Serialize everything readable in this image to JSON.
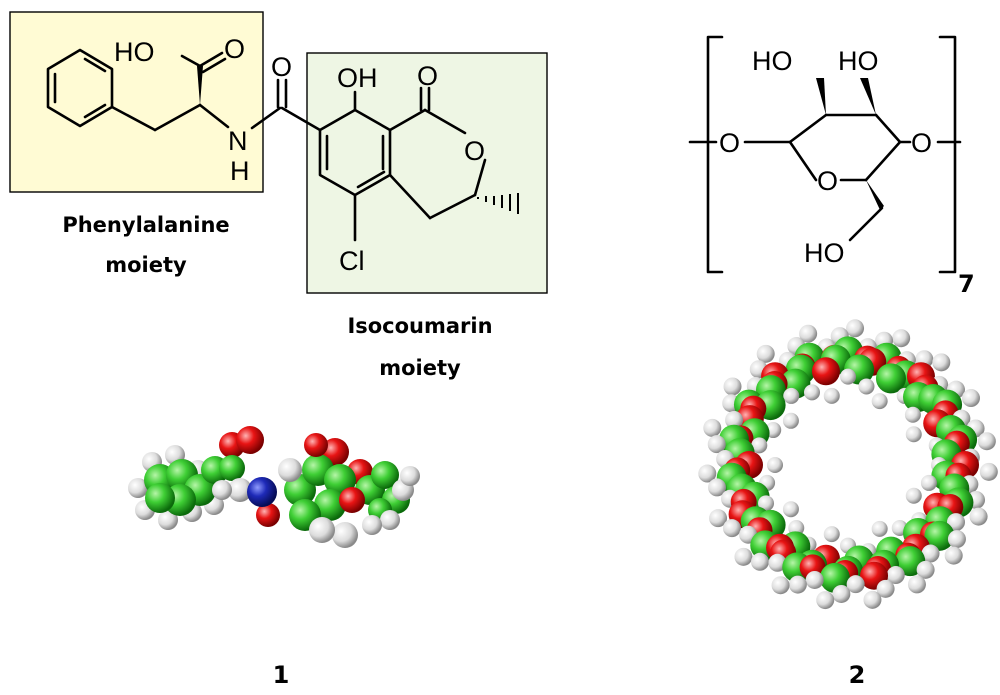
{
  "colors": {
    "phenyl_box_fill": "#fffbd4",
    "isocoumarin_box_fill": "#eef6e4",
    "carbon": "#33cc33",
    "oxygen": "#ee1111",
    "hydrogen": "#e8e8e8",
    "nitrogen": "#1e2ab8"
  },
  "molecule1": {
    "atoms": {
      "acid": "HO",
      "acid_o": "O",
      "amide_o": "O",
      "nh_n": "N",
      "nh_h": "H",
      "oh": "OH",
      "lactone_o": "O",
      "ring_o": "O",
      "cl": "Cl"
    },
    "caption_phenyl_line1": "Phenylalanine",
    "caption_phenyl_line2": "moiety",
    "caption_iso_line1": "Isocoumarin",
    "caption_iso_line2": "moiety",
    "label": "1"
  },
  "molecule2": {
    "atoms": {
      "ho_left": "HO",
      "ho_right": "HO",
      "o_left": "O",
      "o_right": "O",
      "ring_o": "O",
      "ho_bottom": "HO"
    },
    "repeat": "7",
    "label": "2"
  }
}
